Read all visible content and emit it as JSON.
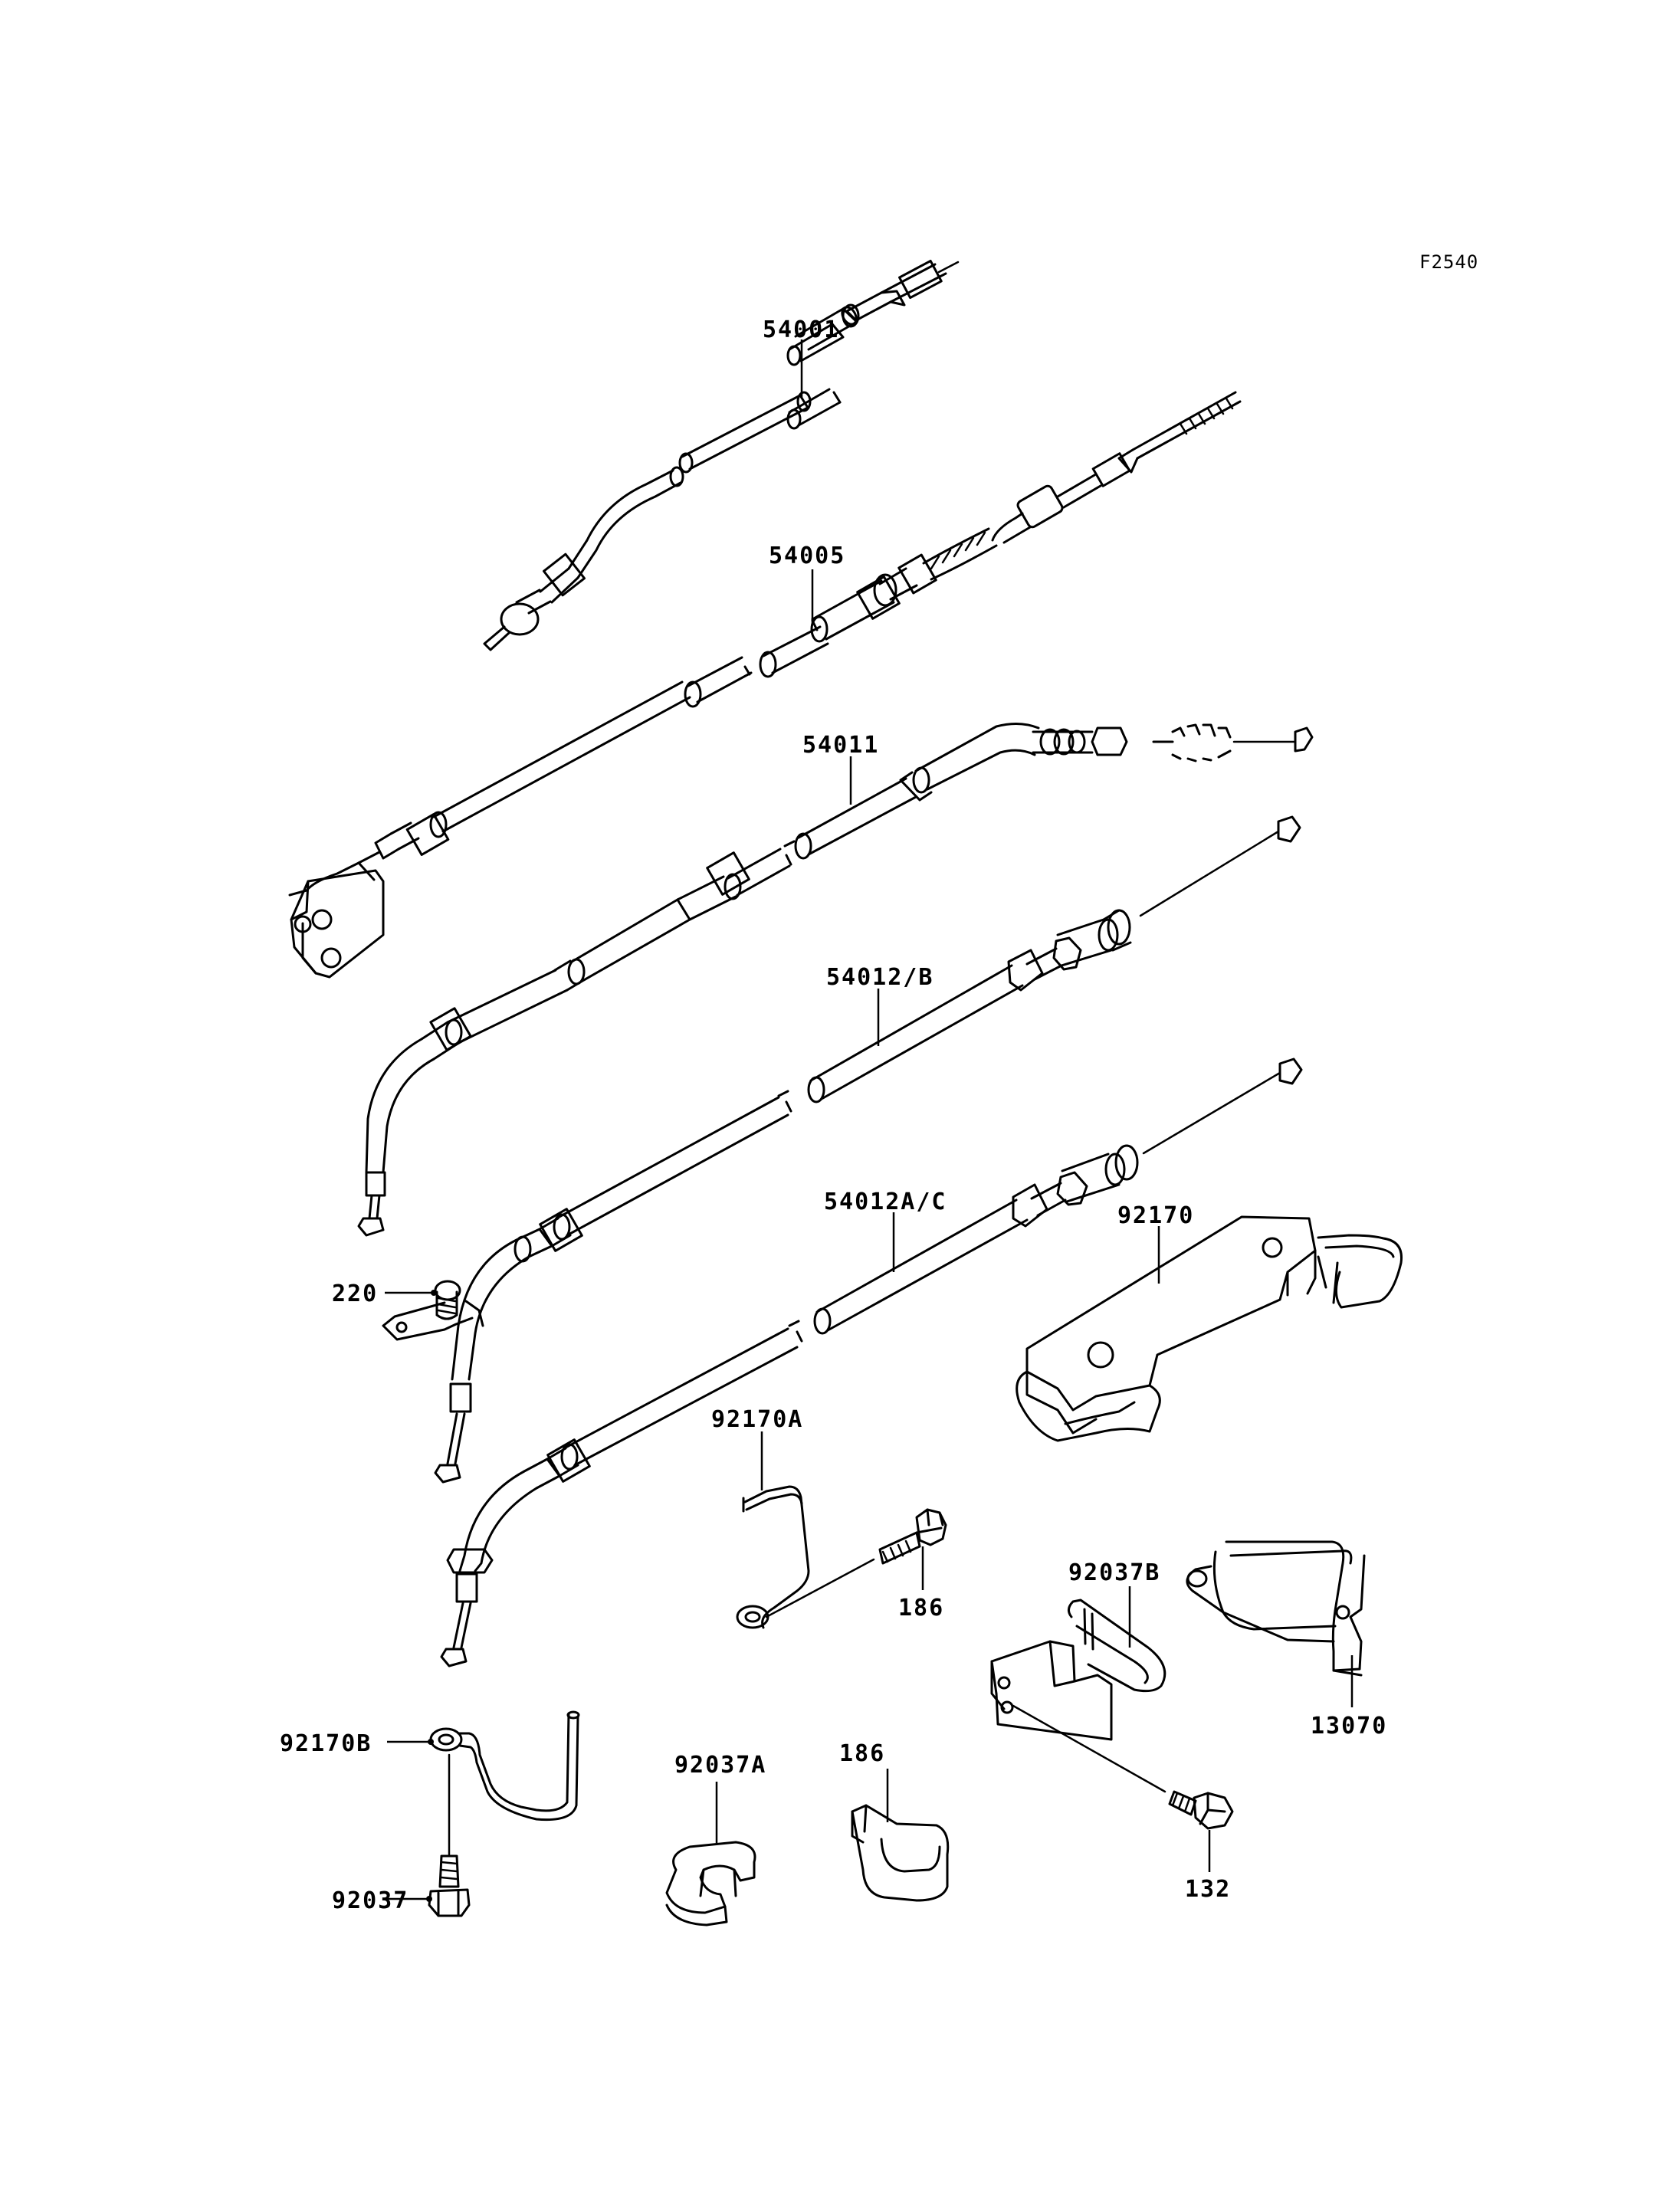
{
  "figure_code": "F2540",
  "parts": [
    {
      "id": "label-54001",
      "text": "54001"
    },
    {
      "id": "label-54005",
      "text": "54005"
    },
    {
      "id": "label-54011",
      "text": "54011"
    },
    {
      "id": "label-54012b",
      "text": "54012/B"
    },
    {
      "id": "label-54012ac",
      "text": "54012A/C"
    },
    {
      "id": "label-220",
      "text": "220"
    },
    {
      "id": "label-92170",
      "text": "92170"
    },
    {
      "id": "label-92170a",
      "text": "92170A"
    },
    {
      "id": "label-186a",
      "text": "186"
    },
    {
      "id": "label-92037b",
      "text": "92037B"
    },
    {
      "id": "label-13070",
      "text": "13070"
    },
    {
      "id": "label-92170b",
      "text": "92170B"
    },
    {
      "id": "label-92037",
      "text": "92037"
    },
    {
      "id": "label-92037a",
      "text": "92037A"
    },
    {
      "id": "label-186b",
      "text": "186"
    },
    {
      "id": "label-132",
      "text": "132"
    }
  ]
}
